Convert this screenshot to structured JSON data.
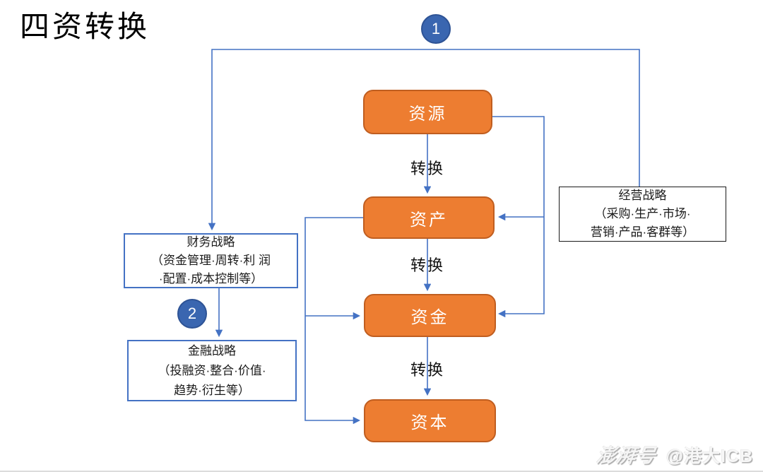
{
  "title": "四资转换",
  "connector_badges": {
    "badge1": "1",
    "badge2": "2"
  },
  "flow": {
    "transform_label": "转换",
    "nodes": [
      {
        "id": "resources",
        "label": "资源"
      },
      {
        "id": "assets",
        "label": "资产"
      },
      {
        "id": "funds",
        "label": "资金"
      },
      {
        "id": "capital",
        "label": "资本"
      }
    ]
  },
  "strategies": {
    "business": {
      "lines": [
        "经营战略",
        "（采购·生产·市场·",
        "营销·产品·客群等）"
      ]
    },
    "financial": {
      "lines": [
        "财务战略",
        "（资金管理·周转·利 润",
        "·配置·成本控制等）"
      ]
    },
    "finance": {
      "lines": [
        "金融战略",
        "（投融资·整合·价值·",
        "趋势·衍生等）"
      ]
    }
  },
  "watermark": {
    "brand": "澎湃号",
    "account": "@港大ICB"
  },
  "colors": {
    "node_fill": "#ED7D31",
    "node_border": "#C05E20",
    "connector_blue": "#4472C4",
    "badge_fill": "#3A66B0",
    "business_box_border": "#1A1A1A",
    "strategy_box_border": "#4472C4",
    "title_color": "#000000",
    "watermark_gray": "#F2F2F2"
  }
}
